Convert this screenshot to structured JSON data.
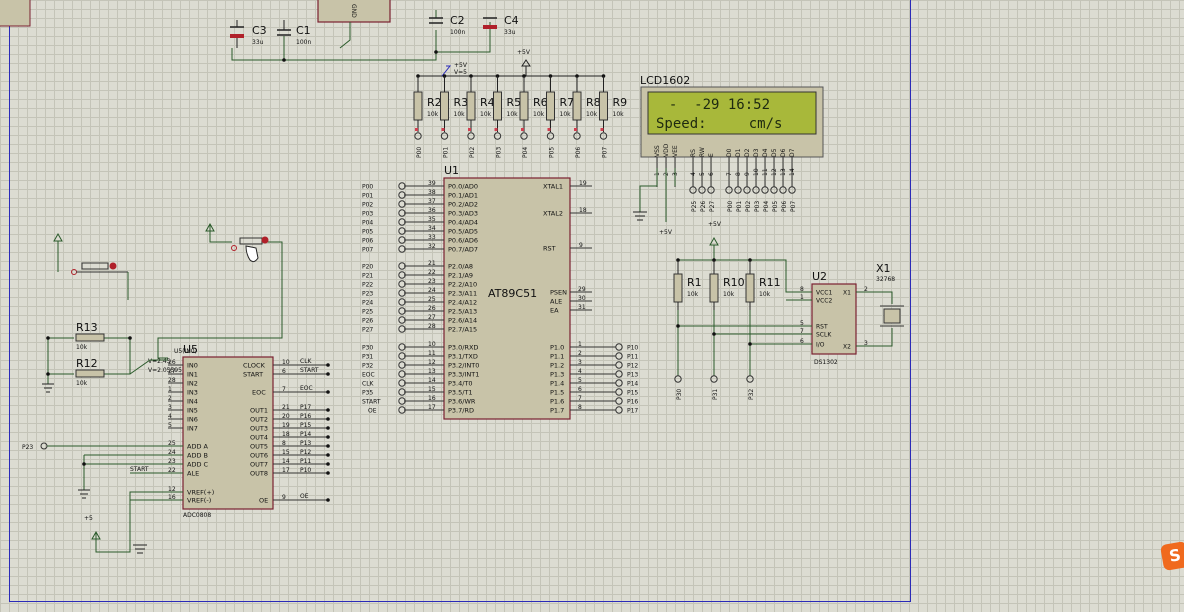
{
  "caps": [
    {
      "ref": "C3",
      "value": "33u"
    },
    {
      "ref": "C1",
      "value": "100n"
    },
    {
      "ref": "C2",
      "value": "100n"
    },
    {
      "ref": "C4",
      "value": "33u"
    }
  ],
  "vcc_label": "+5V",
  "pullups": [
    {
      "ref": "R2",
      "value": "10k",
      "net": "P00"
    },
    {
      "ref": "R3",
      "value": "10k",
      "net": "P01"
    },
    {
      "ref": "R4",
      "value": "10k",
      "net": "P02"
    },
    {
      "ref": "R5",
      "value": "10k",
      "net": "P03"
    },
    {
      "ref": "R6",
      "value": "10k",
      "net": "P04"
    },
    {
      "ref": "R7",
      "value": "10k",
      "net": "P05"
    },
    {
      "ref": "R8",
      "value": "10k",
      "net": "P06"
    },
    {
      "ref": "R9",
      "value": "10k",
      "net": "P07"
    }
  ],
  "probe": {
    "top": "+5V",
    "bottom": "V=5"
  },
  "lcd": {
    "ref": "LCD1602",
    "line1": "  -  -29 16:52",
    "line2": "Speed:     cm/s",
    "pins": [
      "VSS",
      "VDD",
      "VEE",
      "RS",
      "RW",
      "E",
      "D0",
      "D1",
      "D2",
      "D3",
      "D4",
      "D5",
      "D6",
      "D7"
    ],
    "pin_numbers": [
      "1",
      "2",
      "3",
      "4",
      "5",
      "6",
      "7",
      "8",
      "9",
      "10",
      "11",
      "12",
      "13",
      "14"
    ],
    "nets": [
      "P25",
      "P26",
      "P27",
      "P00",
      "P01",
      "P02",
      "P03",
      "P04",
      "P05",
      "P06",
      "P07"
    ],
    "supply": "+5V"
  },
  "mcu": {
    "ref": "U1",
    "part": "AT89C51",
    "left_pins": [
      {
        "name": "P0.0/AD0",
        "num": "39",
        "net": "P00"
      },
      {
        "name": "P0.1/AD1",
        "num": "38",
        "net": "P01"
      },
      {
        "name": "P0.2/AD2",
        "num": "37",
        "net": "P02"
      },
      {
        "name": "P0.3/AD3",
        "num": "36",
        "net": "P03"
      },
      {
        "name": "P0.4/AD4",
        "num": "35",
        "net": "P04"
      },
      {
        "name": "P0.5/AD5",
        "num": "34",
        "net": "P05"
      },
      {
        "name": "P0.6/AD6",
        "num": "33",
        "net": "P06"
      },
      {
        "name": "P0.7/AD7",
        "num": "32",
        "net": "P07"
      },
      {
        "name": "P2.0/A8",
        "num": "21",
        "net": "P20"
      },
      {
        "name": "P2.1/A9",
        "num": "22",
        "net": "P21"
      },
      {
        "name": "P2.2/A10",
        "num": "23",
        "net": "P22"
      },
      {
        "name": "P2.3/A11",
        "num": "24",
        "net": "P23"
      },
      {
        "name": "P2.4/A12",
        "num": "25",
        "net": "P24"
      },
      {
        "name": "P2.5/A13",
        "num": "26",
        "net": "P25"
      },
      {
        "name": "P2.6/A14",
        "num": "27",
        "net": "P26"
      },
      {
        "name": "P2.7/A15",
        "num": "28",
        "net": "P27"
      },
      {
        "name": "P3.0/RXD",
        "num": "10",
        "net": "P30"
      },
      {
        "name": "P3.1/TXD",
        "num": "11",
        "net": "P31"
      },
      {
        "name": "P3.2/INT0",
        "num": "12",
        "net": "P32"
      },
      {
        "name": "P3.3/INT1",
        "num": "13",
        "net": "EOC"
      },
      {
        "name": "P3.4/T0",
        "num": "14",
        "net": "CLK"
      },
      {
        "name": "P3.5/T1",
        "num": "15",
        "net": "P35"
      },
      {
        "name": "P3.6/WR",
        "num": "16",
        "net": "START"
      },
      {
        "name": "P3.7/RD",
        "num": "17",
        "net": "OE"
      }
    ],
    "right_top": [
      {
        "name": "XTAL1",
        "num": "19"
      },
      {
        "name": "XTAL2",
        "num": "18"
      },
      {
        "name": "RST",
        "num": "9"
      }
    ],
    "right_mid": [
      {
        "name": "PSEN",
        "num": "29"
      },
      {
        "name": "ALE",
        "num": "30"
      },
      {
        "name": "EA",
        "num": "31"
      }
    ],
    "right_p1": [
      {
        "name": "P1.0",
        "num": "1",
        "net": "P10"
      },
      {
        "name": "P1.1",
        "num": "2",
        "net": "P11"
      },
      {
        "name": "P1.2",
        "num": "3",
        "net": "P12"
      },
      {
        "name": "P1.3",
        "num": "4",
        "net": "P13"
      },
      {
        "name": "P1.4",
        "num": "5",
        "net": "P14"
      },
      {
        "name": "P1.5",
        "num": "6",
        "net": "P15"
      },
      {
        "name": "P1.6",
        "num": "7",
        "net": "P16"
      },
      {
        "name": "P1.7",
        "num": "8",
        "net": "P17"
      }
    ]
  },
  "adc": {
    "ref": "U5",
    "part": "ADC0808",
    "probe": "U5(IN0)",
    "probe_v": "V=2.45",
    "probe_v2": "V=2.05595",
    "left": [
      {
        "name": "IN0",
        "num": "26"
      },
      {
        "name": "IN1",
        "num": "27"
      },
      {
        "name": "IN2",
        "num": "28"
      },
      {
        "name": "IN3",
        "num": "1"
      },
      {
        "name": "IN4",
        "num": "2"
      },
      {
        "name": "IN5",
        "num": "3"
      },
      {
        "name": "IN6",
        "num": "4"
      },
      {
        "name": "IN7",
        "num": "5"
      },
      {
        "name": "ADD A",
        "num": "25"
      },
      {
        "name": "ADD B",
        "num": "24"
      },
      {
        "name": "ADD C",
        "num": "23"
      },
      {
        "name": "ALE",
        "num": "22"
      },
      {
        "name": "VREF(+)",
        "num": "12"
      },
      {
        "name": "VREF(-)",
        "num": "16"
      }
    ],
    "right_top": [
      {
        "name": "CLOCK",
        "num": "10",
        "net": "CLK"
      },
      {
        "name": "START",
        "num": "6",
        "net": "START"
      },
      {
        "name": "EOC",
        "num": "7",
        "net": "EOC"
      }
    ],
    "right_out": [
      {
        "name": "OUT1",
        "num": "21",
        "net": "P17"
      },
      {
        "name": "OUT2",
        "num": "20",
        "net": "P16"
      },
      {
        "name": "OUT3",
        "num": "19",
        "net": "P15"
      },
      {
        "name": "OUT4",
        "num": "18",
        "net": "P14"
      },
      {
        "name": "OUT5",
        "num": "8",
        "net": "P13"
      },
      {
        "name": "OUT6",
        "num": "15",
        "net": "P12"
      },
      {
        "name": "OUT7",
        "num": "14",
        "net": "P11"
      },
      {
        "name": "OUT8",
        "num": "17",
        "net": "P10"
      }
    ],
    "oe": {
      "name": "OE",
      "num": "9",
      "net": "OE"
    },
    "addr_net": "P23",
    "ale_net": "START",
    "vref_label": "+5"
  },
  "pots": [
    {
      "ref": "R13",
      "value": "10k"
    },
    {
      "ref": "R12",
      "value": "10k"
    }
  ],
  "rtc": {
    "ref": "U2",
    "part": "DS1302",
    "left": [
      {
        "name": "VCC1",
        "num": "8"
      },
      {
        "name": "VCC2",
        "num": "1"
      },
      {
        "name": "RST",
        "num": "5"
      },
      {
        "name": "SCLK",
        "num": "7"
      },
      {
        "name": "I/O",
        "num": "6"
      }
    ],
    "right": [
      {
        "name": "X1",
        "num": "2"
      },
      {
        "name": "X2",
        "num": "3"
      }
    ],
    "crystal": {
      "ref": "X1",
      "value": "32768"
    },
    "supply": "+5V",
    "nets": [
      "P30",
      "P31",
      "P32"
    ]
  },
  "rtc_pullups": [
    {
      "ref": "R1",
      "value": "10k"
    },
    {
      "ref": "R10",
      "value": "10k"
    },
    {
      "ref": "R11",
      "value": "10k"
    }
  ],
  "logo": "S"
}
